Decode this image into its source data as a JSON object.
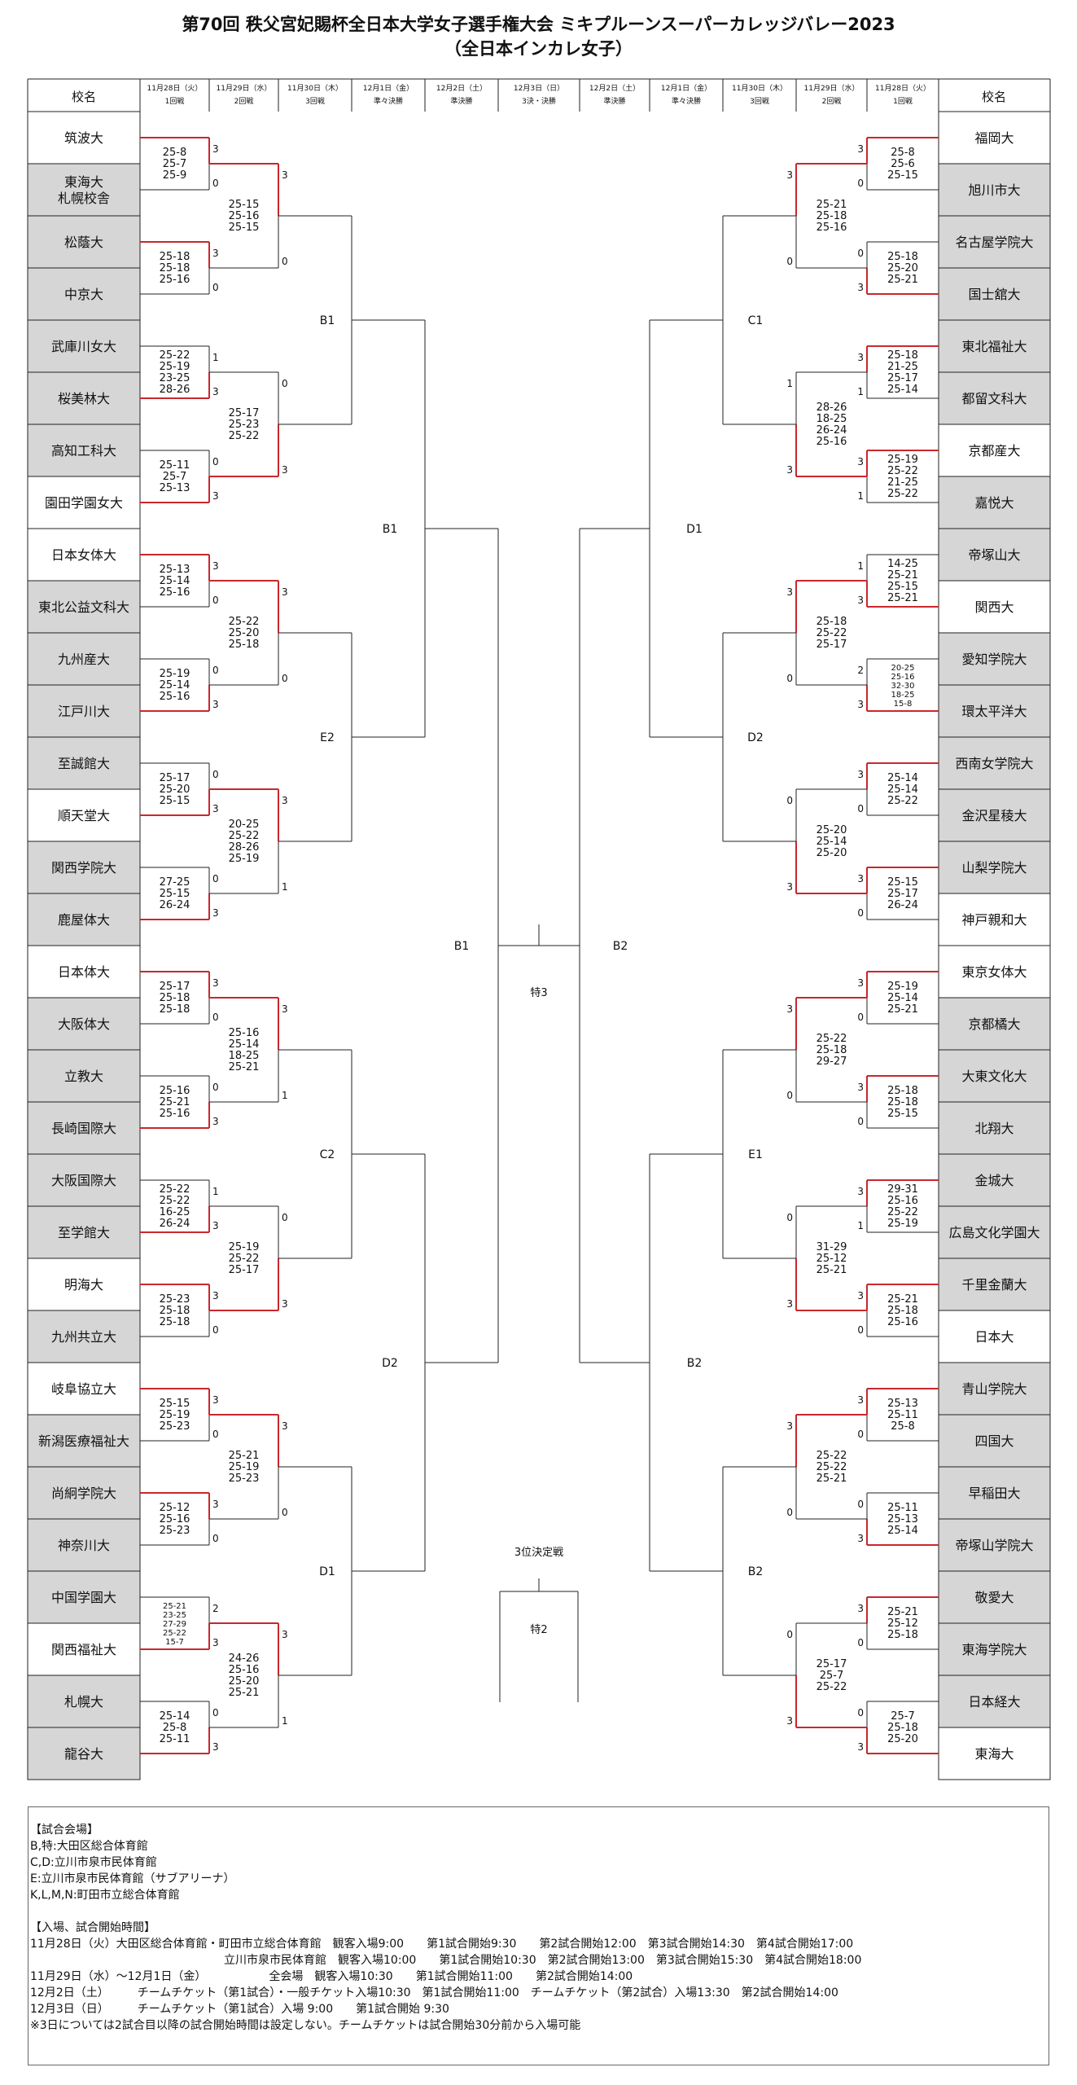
{
  "title": {
    "line1": "第70回 秩父宮妃賜杯全日本大学女子選手権大会 ミキプルーンスーパーカレッジバレー2023",
    "line2": "（全日本インカレ女子）"
  },
  "header": {
    "school_label": "校名",
    "dates_left": [
      {
        "date": "11月28日（火）",
        "round": "1回戦"
      },
      {
        "date": "11月29日（水）",
        "round": "2回戦"
      },
      {
        "date": "11月30日（木）",
        "round": "3回戦"
      },
      {
        "date": "12月1日（金）",
        "round": "準々決勝"
      },
      {
        "date": "12月2日（土）",
        "round": "準決勝"
      },
      {
        "date": "12月3日（日）",
        "round": "3決・決勝"
      },
      {
        "date": "12月2日（土）",
        "round": "準決勝"
      },
      {
        "date": "12月1日（金）",
        "round": "準々決勝"
      },
      {
        "date": "11月30日（木）",
        "round": "3回戦"
      },
      {
        "date": "11月29日（水）",
        "round": "2回戦"
      },
      {
        "date": "11月28日（火）",
        "round": "1回戦"
      }
    ]
  },
  "left_teams": [
    {
      "name": "筑波大",
      "gray": false
    },
    {
      "name": "東海大\n札幌校舎",
      "gray": true
    },
    {
      "name": "松蔭大",
      "gray": true
    },
    {
      "name": "中京大",
      "gray": true
    },
    {
      "name": "武庫川女大",
      "gray": true
    },
    {
      "name": "桜美林大",
      "gray": true
    },
    {
      "name": "高知工科大",
      "gray": true
    },
    {
      "name": "園田学園女大",
      "gray": false
    },
    {
      "name": "日本女体大",
      "gray": false
    },
    {
      "name": "東北公益文科大",
      "gray": true
    },
    {
      "name": "九州産大",
      "gray": true
    },
    {
      "name": "江戸川大",
      "gray": true
    },
    {
      "name": "至誠館大",
      "gray": true
    },
    {
      "name": "順天堂大",
      "gray": false
    },
    {
      "name": "関西学院大",
      "gray": true
    },
    {
      "name": "鹿屋体大",
      "gray": true
    },
    {
      "name": "日本体大",
      "gray": false
    },
    {
      "name": "大阪体大",
      "gray": true
    },
    {
      "name": "立教大",
      "gray": true
    },
    {
      "name": "長崎国際大",
      "gray": true
    },
    {
      "name": "大阪国際大",
      "gray": true
    },
    {
      "name": "至学館大",
      "gray": true
    },
    {
      "name": "明海大",
      "gray": false
    },
    {
      "name": "九州共立大",
      "gray": true
    },
    {
      "name": "岐阜協立大",
      "gray": false
    },
    {
      "name": "新潟医療福祉大",
      "gray": true
    },
    {
      "name": "尚絅学院大",
      "gray": true
    },
    {
      "name": "神奈川大",
      "gray": true
    },
    {
      "name": "中国学園大",
      "gray": true
    },
    {
      "name": "関西福祉大",
      "gray": false
    },
    {
      "name": "札幌大",
      "gray": true
    },
    {
      "name": "龍谷大",
      "gray": true
    }
  ],
  "right_teams": [
    {
      "name": "福岡大",
      "gray": false
    },
    {
      "name": "旭川市大",
      "gray": true
    },
    {
      "name": "名古屋学院大",
      "gray": true
    },
    {
      "name": "国士舘大",
      "gray": true
    },
    {
      "name": "東北福祉大",
      "gray": true
    },
    {
      "name": "都留文科大",
      "gray": true
    },
    {
      "name": "京都産大",
      "gray": false
    },
    {
      "name": "嘉悦大",
      "gray": true
    },
    {
      "name": "帝塚山大",
      "gray": true
    },
    {
      "name": "関西大",
      "gray": false
    },
    {
      "name": "愛知学院大",
      "gray": true
    },
    {
      "name": "環太平洋大",
      "gray": true
    },
    {
      "name": "西南女学院大",
      "gray": true
    },
    {
      "name": "金沢星稜大",
      "gray": true
    },
    {
      "name": "山梨学院大",
      "gray": true
    },
    {
      "name": "神戸親和大",
      "gray": false
    },
    {
      "name": "東京女体大",
      "gray": false
    },
    {
      "name": "京都橘大",
      "gray": true
    },
    {
      "name": "大東文化大",
      "gray": true
    },
    {
      "name": "北翔大",
      "gray": true
    },
    {
      "name": "金城大",
      "gray": true
    },
    {
      "name": "広島文化学園大",
      "gray": true
    },
    {
      "name": "千里金蘭大",
      "gray": true
    },
    {
      "name": "日本大",
      "gray": false
    },
    {
      "name": "青山学院大",
      "gray": true
    },
    {
      "name": "四国大",
      "gray": true
    },
    {
      "name": "早稲田大",
      "gray": true
    },
    {
      "name": "帝塚山学院大",
      "gray": true
    },
    {
      "name": "敬愛大",
      "gray": true
    },
    {
      "name": "東海学院大",
      "gray": true
    },
    {
      "name": "日本経大",
      "gray": true
    },
    {
      "name": "東海大",
      "gray": false
    }
  ],
  "left_r1": [
    {
      "scores": [
        "25-8",
        "25-7",
        "25-9"
      ],
      "sets": [
        "3",
        "0"
      ],
      "top_wins": true
    },
    {
      "scores": [
        "25-18",
        "25-18",
        "25-16"
      ],
      "sets": [
        "3",
        "0"
      ],
      "top_wins": true
    },
    {
      "scores": [
        "25-22",
        "25-19",
        "23-25",
        "28-26"
      ],
      "sets": [
        "1",
        "3"
      ],
      "top_wins": false
    },
    {
      "scores": [
        "25-11",
        "25-7",
        "25-13"
      ],
      "sets": [
        "0",
        "3"
      ],
      "top_wins": false
    },
    {
      "scores": [
        "25-13",
        "25-14",
        "25-16"
      ],
      "sets": [
        "3",
        "0"
      ],
      "top_wins": true
    },
    {
      "scores": [
        "25-19",
        "25-14",
        "25-16"
      ],
      "sets": [
        "0",
        "3"
      ],
      "top_wins": false
    },
    {
      "scores": [
        "25-17",
        "25-20",
        "25-15"
      ],
      "sets": [
        "0",
        "3"
      ],
      "top_wins": false
    },
    {
      "scores": [
        "27-25",
        "25-15",
        "26-24"
      ],
      "sets": [
        "0",
        "3"
      ],
      "top_wins": false
    },
    {
      "scores": [
        "25-17",
        "25-18",
        "25-18"
      ],
      "sets": [
        "3",
        "0"
      ],
      "top_wins": true
    },
    {
      "scores": [
        "25-16",
        "25-21",
        "25-16"
      ],
      "sets": [
        "0",
        "3"
      ],
      "top_wins": false
    },
    {
      "scores": [
        "25-22",
        "25-22",
        "16-25",
        "26-24"
      ],
      "sets": [
        "1",
        "3"
      ],
      "top_wins": false
    },
    {
      "scores": [
        "25-23",
        "25-18",
        "25-18"
      ],
      "sets": [
        "3",
        "0"
      ],
      "top_wins": true
    },
    {
      "scores": [
        "25-15",
        "25-19",
        "25-23"
      ],
      "sets": [
        "3",
        "0"
      ],
      "top_wins": true
    },
    {
      "scores": [
        "25-12",
        "25-16",
        "25-23"
      ],
      "sets": [
        "3",
        "0"
      ],
      "top_wins": true
    },
    {
      "scores": [
        "25-21",
        "23-25",
        "27-29",
        "25-22",
        "15-7"
      ],
      "sets": [
        "2",
        "3"
      ],
      "top_wins": false
    },
    {
      "scores": [
        "25-14",
        "25-8",
        "25-11"
      ],
      "sets": [
        "0",
        "3"
      ],
      "top_wins": false
    }
  ],
  "left_r2": [
    {
      "scores": [
        "25-15",
        "25-16",
        "25-15"
      ],
      "sets": [
        "3",
        "0"
      ],
      "top_wins": true
    },
    {
      "scores": [
        "25-17",
        "25-23",
        "25-22"
      ],
      "sets": [
        "0",
        "3"
      ],
      "top_wins": false
    },
    {
      "scores": [
        "25-22",
        "25-20",
        "25-18"
      ],
      "sets": [
        "3",
        "0"
      ],
      "top_wins": true
    },
    {
      "scores": [
        "20-25",
        "25-22",
        "28-26",
        "25-19"
      ],
      "sets": [
        "3",
        "1"
      ],
      "top_wins": true
    },
    {
      "scores": [
        "25-16",
        "25-14",
        "18-25",
        "25-21"
      ],
      "sets": [
        "3",
        "1"
      ],
      "top_wins": true
    },
    {
      "scores": [
        "25-19",
        "25-22",
        "25-17"
      ],
      "sets": [
        "0",
        "3"
      ],
      "top_wins": false
    },
    {
      "scores": [
        "25-21",
        "25-19",
        "25-23"
      ],
      "sets": [
        "3",
        "0"
      ],
      "top_wins": true
    },
    {
      "scores": [
        "24-26",
        "25-16",
        "25-20",
        "25-21"
      ],
      "sets": [
        "3",
        "1"
      ],
      "top_wins": true
    }
  ],
  "right_r1": [
    {
      "scores": [
        "25-8",
        "25-6",
        "25-15"
      ],
      "sets": [
        "3",
        "0"
      ],
      "top_wins": true
    },
    {
      "scores": [
        "25-18",
        "25-20",
        "25-21"
      ],
      "sets": [
        "0",
        "3"
      ],
      "top_wins": false
    },
    {
      "scores": [
        "25-18",
        "21-25",
        "25-17",
        "25-14"
      ],
      "sets": [
        "3",
        "1"
      ],
      "top_wins": true
    },
    {
      "scores": [
        "25-19",
        "25-22",
        "21-25",
        "25-22"
      ],
      "sets": [
        "3",
        "1"
      ],
      "top_wins": true
    },
    {
      "scores": [
        "14-25",
        "25-21",
        "25-15",
        "25-21"
      ],
      "sets": [
        "1",
        "3"
      ],
      "top_wins": false
    },
    {
      "scores": [
        "20-25",
        "25-16",
        "32-30",
        "18-25",
        "15-8"
      ],
      "sets": [
        "2",
        "3"
      ],
      "top_wins": false
    },
    {
      "scores": [
        "25-14",
        "25-14",
        "25-22"
      ],
      "sets": [
        "3",
        "0"
      ],
      "top_wins": true
    },
    {
      "scores": [
        "25-15",
        "25-17",
        "26-24"
      ],
      "sets": [
        "3",
        "0"
      ],
      "top_wins": true
    },
    {
      "scores": [
        "25-19",
        "25-14",
        "25-21"
      ],
      "sets": [
        "3",
        "0"
      ],
      "top_wins": true
    },
    {
      "scores": [
        "25-18",
        "25-18",
        "25-15"
      ],
      "sets": [
        "3",
        "0"
      ],
      "top_wins": true
    },
    {
      "scores": [
        "29-31",
        "25-16",
        "25-22",
        "25-19"
      ],
      "sets": [
        "3",
        "1"
      ],
      "top_wins": true
    },
    {
      "scores": [
        "25-21",
        "25-18",
        "25-16"
      ],
      "sets": [
        "3",
        "0"
      ],
      "top_wins": true
    },
    {
      "scores": [
        "25-13",
        "25-11",
        "25-8"
      ],
      "sets": [
        "3",
        "0"
      ],
      "top_wins": true
    },
    {
      "scores": [
        "25-11",
        "25-13",
        "25-14"
      ],
      "sets": [
        "0",
        "3"
      ],
      "top_wins": false
    },
    {
      "scores": [
        "25-21",
        "25-12",
        "25-18"
      ],
      "sets": [
        "3",
        "0"
      ],
      "top_wins": true
    },
    {
      "scores": [
        "25-7",
        "25-18",
        "25-20"
      ],
      "sets": [
        "0",
        "3"
      ],
      "top_wins": false
    }
  ],
  "right_r2": [
    {
      "scores": [
        "25-21",
        "25-18",
        "25-16"
      ],
      "sets": [
        "3",
        "0"
      ],
      "top_wins": true
    },
    {
      "scores": [
        "28-26",
        "18-25",
        "26-24",
        "25-16"
      ],
      "sets": [
        "1",
        "3"
      ],
      "top_wins": false
    },
    {
      "scores": [
        "25-18",
        "25-22",
        "25-17"
      ],
      "sets": [
        "3",
        "0"
      ],
      "top_wins": true
    },
    {
      "scores": [
        "25-20",
        "25-14",
        "25-20"
      ],
      "sets": [
        "0",
        "3"
      ],
      "top_wins": false
    },
    {
      "scores": [
        "25-22",
        "25-18",
        "29-27"
      ],
      "sets": [
        "3",
        "0"
      ],
      "top_wins": true
    },
    {
      "scores": [
        "31-29",
        "25-12",
        "25-21"
      ],
      "sets": [
        "0",
        "3"
      ],
      "top_wins": false
    },
    {
      "scores": [
        "25-22",
        "25-22",
        "25-21"
      ],
      "sets": [
        "3",
        "0"
      ],
      "top_wins": true
    },
    {
      "scores": [
        "25-17",
        "25-7",
        "25-22"
      ],
      "sets": [
        "0",
        "3"
      ],
      "top_wins": false
    }
  ],
  "venues": {
    "left_r3": [
      "B1",
      "E2",
      "C2",
      "D1"
    ],
    "left_qf": [
      "B1",
      "D2"
    ],
    "left_sf": "B1",
    "right_r3": [
      "C1",
      "D2",
      "E1",
      "B2"
    ],
    "right_qf": [
      "D1",
      "B2"
    ],
    "right_sf": "B2",
    "final": "特3",
    "third_title": "3位決定戦",
    "third": "特2"
  },
  "notes": [
    "【試合会場】",
    "B,特:大田区総合体育館",
    "C,D:立川市泉市民体育館",
    "E:立川市泉市民体育館（サブアリーナ）",
    "K,L,M,N:町田市立総合体育館",
    "",
    "【入場、試合開始時間】",
    "11月28日（火）大田区総合体育館・町田市立総合体育館　観客入場9:00　　第1試合開始9:30　　第2試合開始12:00　第3試合開始14:30　第4試合開始17:00",
    "　　　　　　　　　　　　　　　　　立川市泉市民体育館　観客入場10:00　　第1試合開始10:30　第2試合開始13:00　第3試合開始15:30　第4試合開始18:00",
    "11月29日（水）〜12月1日（金）　　　　　　全会場　観客入場10:30　　第1試合開始11:00　　第2試合開始14:00",
    "12月2日（土）　　　チームチケット（第1試合）・一般チケット入場10:30　第1試合開始11:00　チームチケット（第2試合）入場13:30　第2試合開始14:00",
    "12月3日（日）　　　チームチケット（第1試合）入場 9:00　　第1試合開始 9:30",
    "※3日については2試合目以降の試合開始時間は設定しない。チームチケットは試合開始30分前から入場可能"
  ],
  "colors": {
    "win_line": "#c8282d",
    "line": "#222222",
    "gray_cell": "#d6d6d6"
  }
}
